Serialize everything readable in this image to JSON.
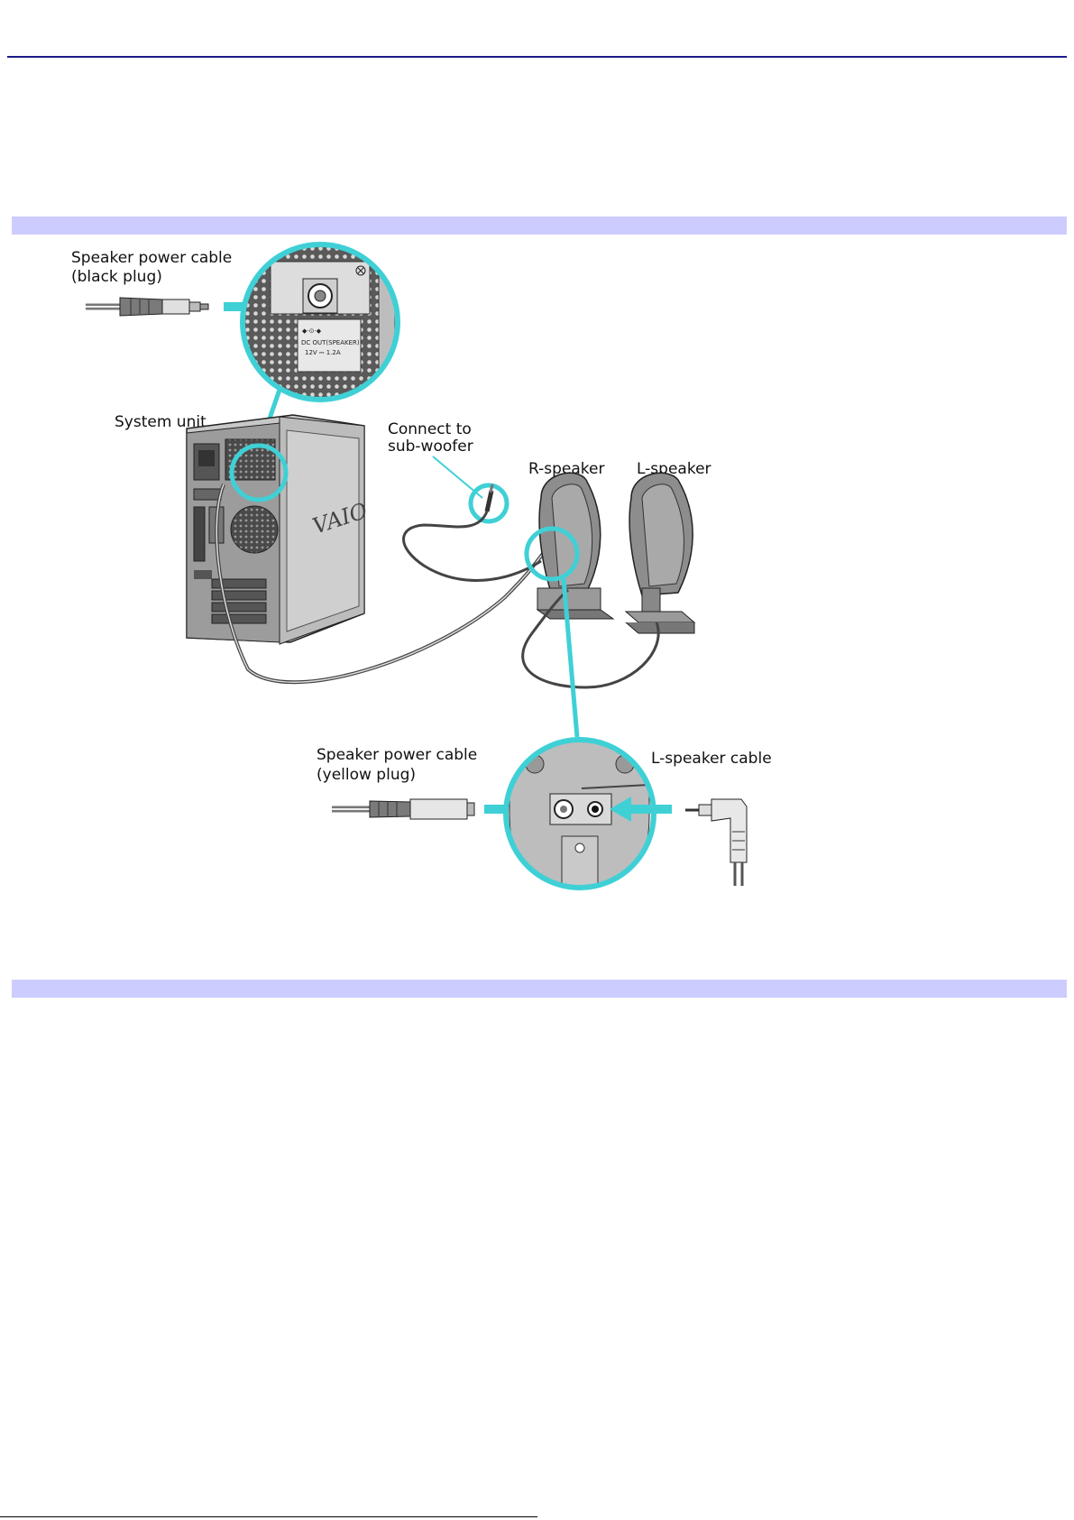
{
  "figure": {
    "labels": {
      "power_black_1": "Speaker power cable",
      "power_black_2": "(black plug)",
      "system_unit": "System unit",
      "connect_1": "Connect to",
      "connect_2": "sub-woofer",
      "r_speaker": "R-speaker",
      "l_speaker": "L-speaker",
      "power_yellow_1": "Speaker power cable",
      "power_yellow_2": "(yellow plug)",
      "l_speaker_cable": "L-speaker cable"
    },
    "port_marking_1": "DC OUT(SPEAKER)",
    "port_marking_2": "12V ⎓ 1.2A",
    "logo": "VAIO",
    "colors": {
      "callout": "#3fd0d6",
      "band": "#ccccff",
      "rule": "#1a1a8c"
    }
  }
}
